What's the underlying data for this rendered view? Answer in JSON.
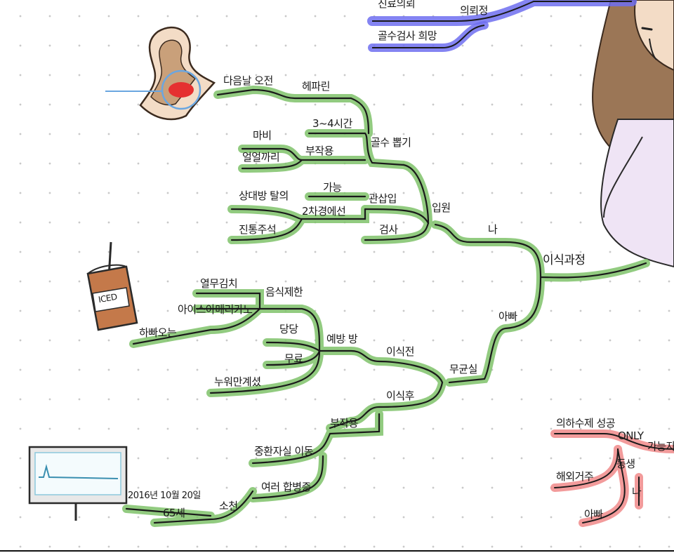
{
  "colors": {
    "green": "#7fc36b",
    "blue": "#6f6ff0",
    "red": "#f08a8a",
    "ink": "#1a1a1a",
    "skin": "#f3dcc6",
    "hair": "#8a6a4e",
    "sweater": "#efe4f5"
  },
  "central": {
    "label": "이식과정"
  },
  "top_blue": {
    "label_a": "진료의뢰",
    "label_b": "골수검사 희망",
    "label_c": "의뢰정"
  },
  "branch_me": {
    "label": "나",
    "admission": "입원",
    "marrow": "골수 뽑기",
    "time": "3~4시간",
    "side_effect": "부작용",
    "pain": "마비",
    "numb": "얼얼까리",
    "heparin": "헤파린",
    "hospital_label": "다음날 오전",
    "catheter": "관삽입",
    "possible": "가능",
    "exam": "검사",
    "second_path": "2차경에선",
    "catheter_type": "상대방 탈의",
    "chemo": "진통주석"
  },
  "branch_dad": {
    "label": "아빠",
    "room": "무균실",
    "before": "이식전",
    "after": "이식후",
    "prevention": "예방 방",
    "drink_a": "열무김치",
    "drink_b": "아이스아메리카노",
    "sterile": "음식제한",
    "caution": "당당",
    "free": "무료",
    "hi": "하빠오는",
    "iced": "ICED",
    "shower": "누워만계셨",
    "side": "부작용",
    "move": "중환자실 이동",
    "bleed": "여러 합병증",
    "date": "2016년 10월 20일",
    "death": "소천",
    "age": "65세"
  },
  "branch_red": {
    "title": "의하수제 성공",
    "only": "ONLY",
    "possible": "가능자",
    "sibling": "동생",
    "family": "해외거주",
    "me": "나",
    "dad": "아빠"
  }
}
